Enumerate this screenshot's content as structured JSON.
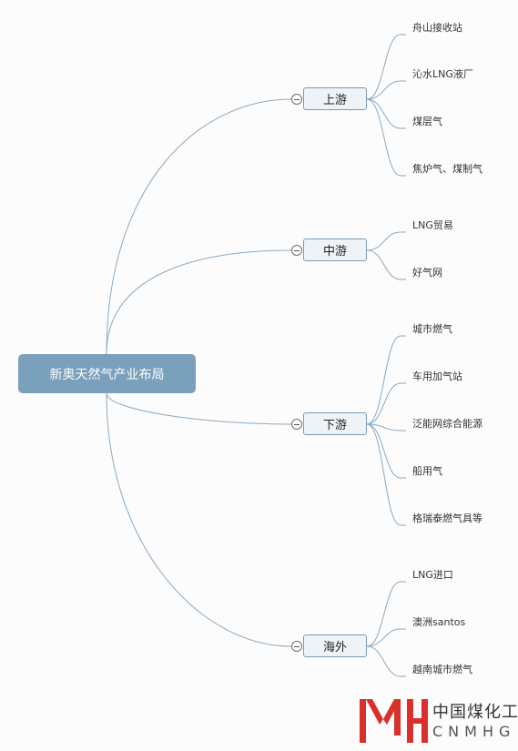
{
  "root": {
    "label": "新奥天然气产业布局"
  },
  "branches": [
    {
      "label": "上游",
      "leaves": [
        "舟山接收站",
        "沁水LNG液厂",
        "煤层气",
        "焦炉气、煤制气"
      ]
    },
    {
      "label": "中游",
      "leaves": [
        "LNG贸易",
        "好气网"
      ]
    },
    {
      "label": "下游",
      "leaves": [
        "城市燃气",
        "车用加气站",
        "泛能网综合能源",
        "船用气",
        "格瑞泰燃气具等"
      ]
    },
    {
      "label": "海外",
      "leaves": [
        "LNG进口",
        "澳洲santos",
        "越南城市燃气"
      ]
    }
  ],
  "watermark": {
    "name_cn": "中国煤化工",
    "name_en": "CNMHG"
  },
  "colors": {
    "root_fill": "#7ba0bb",
    "line": "#8aa9c1",
    "branch_fill": "#eef3f8",
    "logo_red": "#d9302b"
  }
}
